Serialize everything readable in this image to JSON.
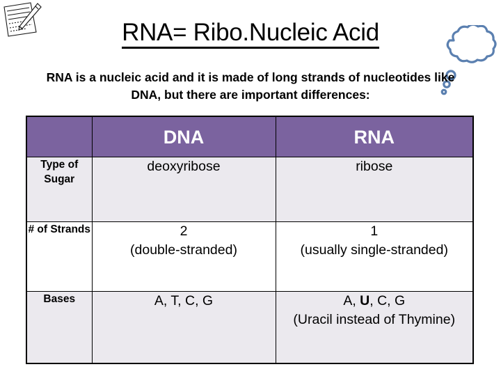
{
  "slide": {
    "title": "RNA= Ribo.Nucleic Acid",
    "subtitle": "RNA is a nucleic acid and it is made of long strands of nucleotides like DNA, but there are important differences:"
  },
  "decorations": {
    "notepad_icon": "notepad-with-pen-icon",
    "thought_bubble_icon": "thought-bubble-icon",
    "thought_bubble_color": "#5b80b0",
    "notepad_color": "#1a1a1a"
  },
  "colors": {
    "header_purple": "#7b639f",
    "header_text": "#ffffff",
    "shaded_row": "#ebe9ee",
    "plain_row": "#ffffff",
    "border": "#000000",
    "text": "#000000"
  },
  "table": {
    "corner_label": "",
    "columns": [
      "DNA",
      "RNA"
    ],
    "rows": [
      {
        "label": "Type of Sugar",
        "dna": "deoxyribose",
        "rna": "ribose",
        "shaded": true
      },
      {
        "label": "# of Strands",
        "dna_line1": "2",
        "dna_line2": "(double-stranded)",
        "rna_line1": "1",
        "rna_line2": "(usually single-stranded)",
        "shaded": false
      },
      {
        "label": "Bases",
        "dna": "A, T, C, G",
        "rna_bases_pre": "A, ",
        "rna_bases_bold": "U",
        "rna_bases_post": ", C, G",
        "rna_note": "(Uracil instead of Thymine)",
        "shaded": true
      }
    ]
  }
}
